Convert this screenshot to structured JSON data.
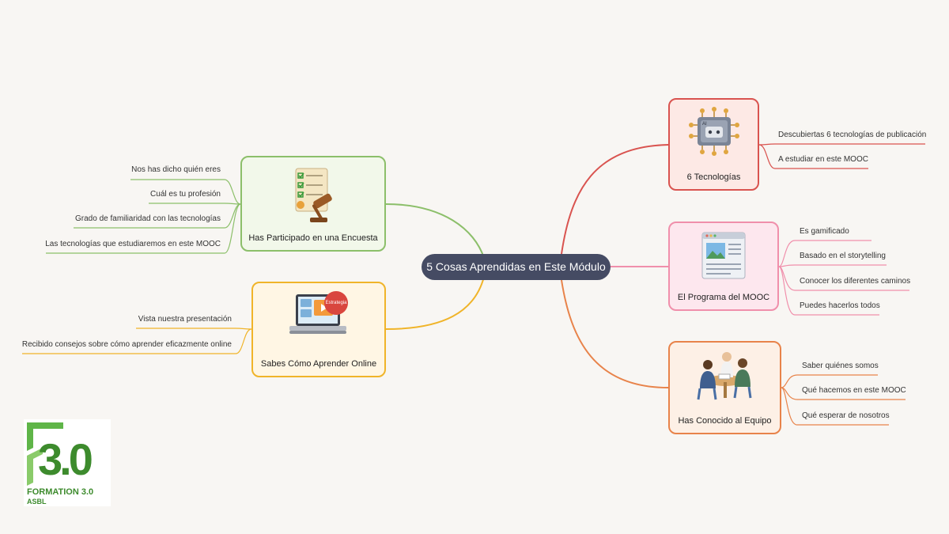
{
  "root": {
    "label": "5 Cosas Aprendidas en Este Módulo"
  },
  "branches": {
    "encuesta": {
      "label": "Has Participado en una Encuesta",
      "color": "#8cbf6a",
      "bg": "#f2f8ea",
      "icon": "survey-checklist-gavel-icon",
      "leaves": [
        "Nos has dicho quién eres",
        "Cuál es tu profesión",
        "Grado de familiaridad con las tecnologías",
        "Las tecnologías que estudiaremos en este MOOC"
      ]
    },
    "online": {
      "label": "Sabes Cómo Aprender Online",
      "color": "#f0b429",
      "bg": "#fff6e4",
      "icon": "laptop-elearning-icon",
      "badge": "Estrategia",
      "leaves": [
        "Vista nuestra presentación",
        "Recibido consejos sobre cómo aprender eficazmente online"
      ]
    },
    "tecnologias": {
      "label": "6 Tecnologías",
      "color": "#d9534f",
      "bg": "#fde9e5",
      "icon": "ai-robot-chip-icon",
      "chip_text": "AI",
      "leaves": [
        "Descubiertas 6 tecnologías de publicación",
        "A estudiar en este MOOC"
      ]
    },
    "programa": {
      "label": "El Programa del MOOC",
      "color": "#f08fab",
      "bg": "#fde7ee",
      "icon": "browser-window-icon",
      "leaves": [
        "Es gamificado",
        "Basado en el storytelling",
        "Conocer los diferentes caminos",
        "Puedes hacerlos todos"
      ]
    },
    "equipo": {
      "label": "Has Conocido al Equipo",
      "color": "#e8834a",
      "bg": "#fdf0e6",
      "icon": "team-meeting-icon",
      "leaves": [
        "Saber quiénes somos",
        "Qué hacemos en este MOOC",
        "Qué esperar de nosotros"
      ]
    }
  },
  "logo": {
    "mark": "3.0",
    "name": "FORMATION 3.0",
    "sub": "ASBL",
    "color": "#3d8b2d"
  }
}
